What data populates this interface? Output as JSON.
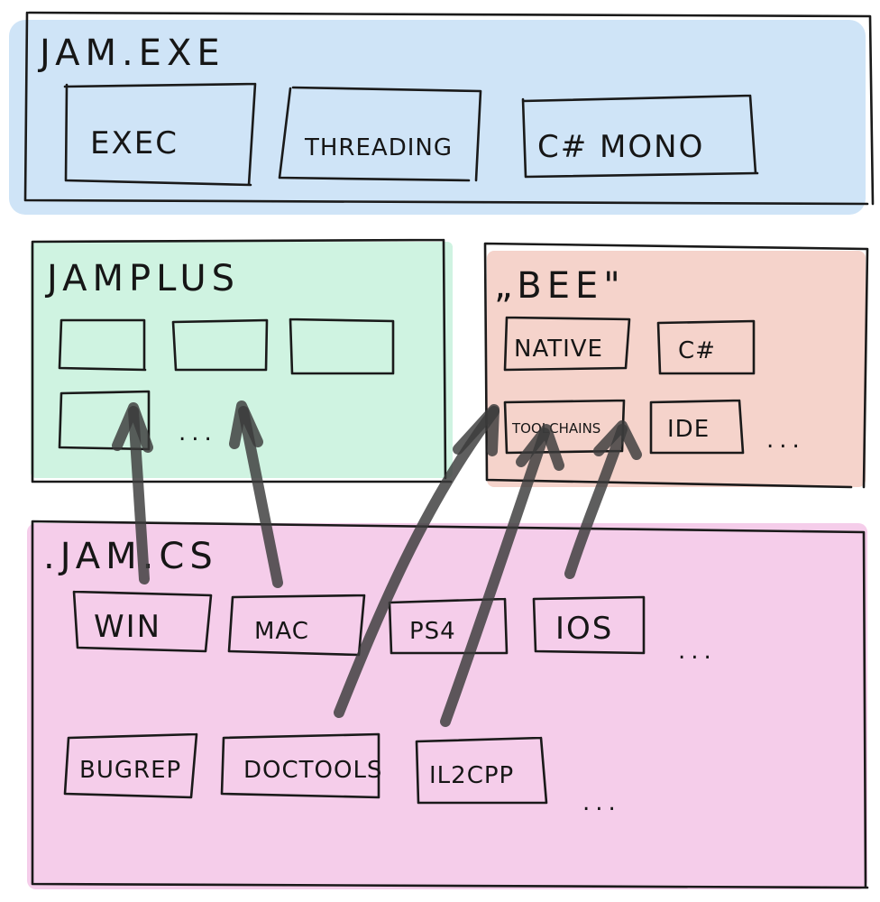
{
  "colors": {
    "jam_exe_fill": "#cfe4f7",
    "jamplus_fill": "#cff3e1",
    "bee_fill": "#f5d3cb",
    "jam_cs_fill": "#f5cdea",
    "ink": "#1a1a1a",
    "arrow": "#3a3a3a"
  },
  "jam_exe": {
    "title": "JAM.EXE",
    "boxes": [
      "EXEC",
      "THREADING",
      "C# MONO"
    ]
  },
  "jamplus": {
    "title": "JAMPLUS",
    "ellipsis": "..."
  },
  "bee": {
    "title": "„BEE\"",
    "boxes": [
      "NATIVE",
      "C#",
      "TOOLCHAINS",
      "IDE"
    ],
    "ellipsis": "..."
  },
  "jam_cs": {
    "title": ".JAM.CS",
    "row1": [
      "WIN",
      "MAC",
      "PS4",
      "IOS"
    ],
    "row1_ellipsis": "...",
    "row2": [
      "BUGREP",
      "DOCTOOLS",
      "IL2CPP"
    ],
    "row2_ellipsis": "..."
  }
}
